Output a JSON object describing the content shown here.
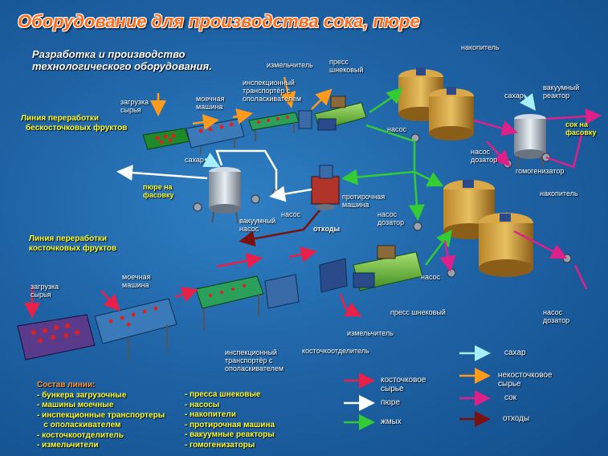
{
  "title": "Оборудование для производства сока, пюре",
  "subtitle_line1": "Разработка и производство",
  "subtitle_line2": "технологического оборудования.",
  "line1_label_1": "Линия переработки",
  "line1_label_2": "бескосточковых фруктов",
  "line2_label_1": "Линия переработки",
  "line2_label_2": "косточковых фруктов",
  "labels": {
    "loading1": "загрузка сырья",
    "washer1": "моечная машина",
    "inspect1": "инспекционный транспортёр с ополаскивателем",
    "crusher1": "измельчитель",
    "press1": "пресс шнековый",
    "accum1": "накопитель",
    "pump1": "насос",
    "sugar1": "сахар",
    "vacreactor1": "вакуумный реактор",
    "juice_out": "сок на фасовку",
    "pumpdoser1": "насос дозатор",
    "homogenizer1": "гомогенизатор",
    "sugar2": "сахар",
    "puree_out": "пюре на фасовку",
    "vacpump": "вакуумный насос",
    "pump2": "насос",
    "wiper": "протирочная машина",
    "waste": "отходы",
    "pumpdoser2": "насос дозатор",
    "accum2": "накопитель",
    "loading2": "загрузка сырья",
    "washer2": "моечная машина",
    "inspect2": "инспекционный транспортёр с ополаскивателем",
    "stoneremover": "косточкоотделитель",
    "crusher2": "измельчитель",
    "press2": "пресс шнековый",
    "pump3": "насос",
    "pumpdoser3": "насос дозатор"
  },
  "legend": [
    {
      "key": "stone",
      "text": "косточковое сырье",
      "color": "#e8204a"
    },
    {
      "key": "puree",
      "text": "пюре",
      "color": "#ffffff"
    },
    {
      "key": "pomace",
      "text": "жмых",
      "color": "#33cc33"
    },
    {
      "key": "sugar",
      "text": "сахар",
      "color": "#a8f0ff"
    },
    {
      "key": "nonstone",
      "text": "некосточковое сырье",
      "color": "#ff9a1a"
    },
    {
      "key": "juice",
      "text": "сок",
      "color": "#e0208a"
    },
    {
      "key": "waste",
      "text": "отходы",
      "color": "#7a1010"
    }
  ],
  "composition_title": "Состав линии:",
  "composition_col1": [
    "- бункера загрузочные",
    "- машины моечные",
    "- инспекционные транспортеры",
    "   с ополаскивателем",
    "- косточкоотделитель",
    "- измельчители"
  ],
  "composition_col2": [
    "- пресса шнековые",
    "- насосы",
    "- накопители",
    "- протирочная машина",
    "- вакуумные реакторы",
    "- гомогенизаторы"
  ],
  "colors": {
    "title": "#ff6a1a",
    "accent_yellow": "#ffff33",
    "bg": "#1f64a6"
  }
}
